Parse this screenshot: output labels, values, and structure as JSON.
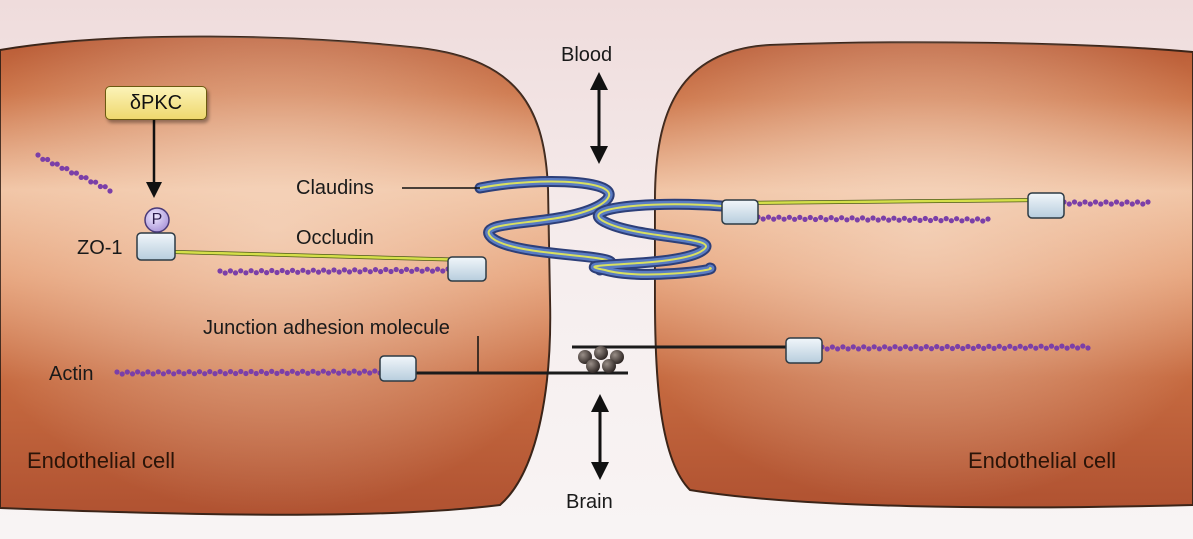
{
  "labels": {
    "blood": "Blood",
    "brain": "Brain",
    "dpkc": "δPKC",
    "phospho": "P",
    "zo1": "ZO-1",
    "claudins": "Claudins",
    "occludin": "Occludin",
    "jam": "Junction adhesion molecule",
    "actin": "Actin",
    "cell_left": "Endothelial cell",
    "cell_right": "Endothelial cell"
  },
  "colors": {
    "background": "#f4ecec",
    "cell": "#c8693f",
    "cell_highlight": "#efc5a6",
    "actin": "#7b3fa8",
    "claudin_blue": "#4d6fb8",
    "claudin_yellow": "#d6e05a",
    "zo1_box": "#cfe0ec",
    "dpkc_box": "#f3e28c",
    "phospho": "#b9a7e0"
  }
}
